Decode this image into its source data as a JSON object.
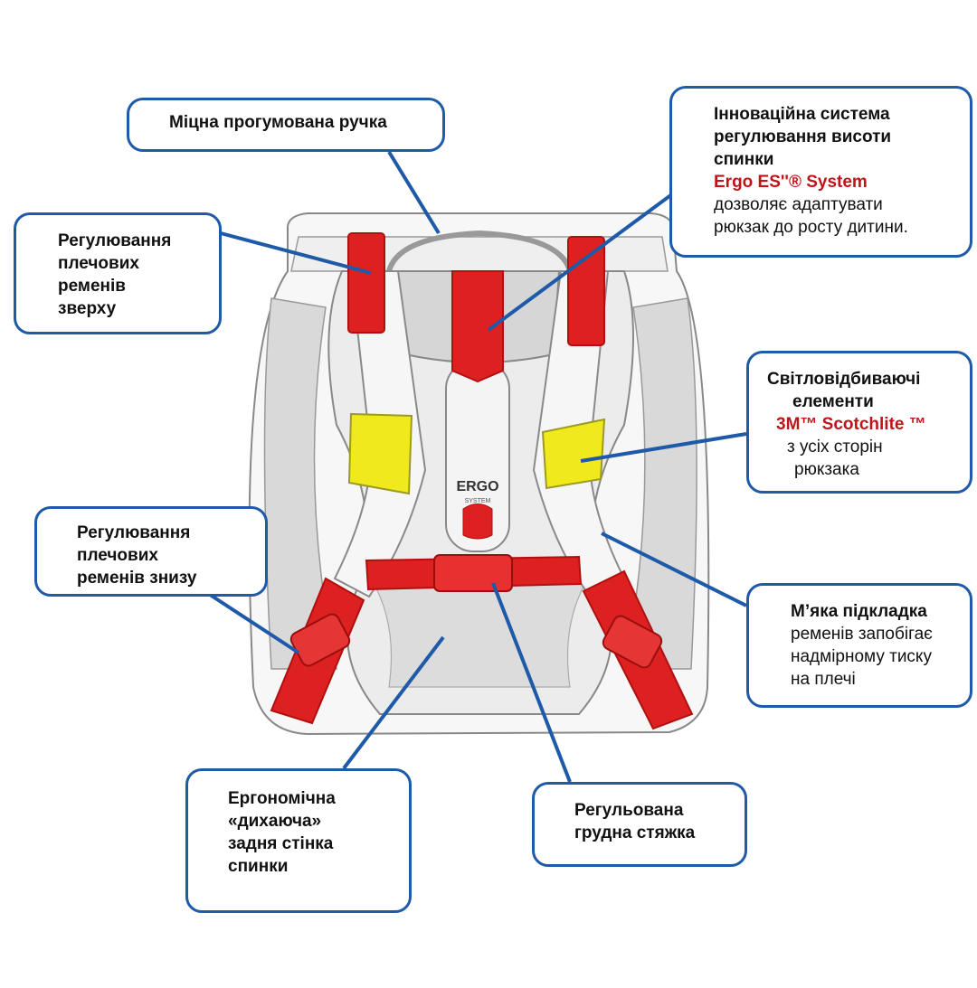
{
  "colors": {
    "callout_border": "#1e5aa8",
    "strap_red": "#dd2020",
    "reflector_yellow": "#f0ea1c",
    "highlight_red": "#c0141a"
  },
  "callouts": {
    "handle": {
      "line1": "Міцна прогумована ручка"
    },
    "ergo_system": {
      "line1": "Інноваційна система",
      "line2": "регулювання висоти",
      "line3": "спинки",
      "brand": "Ergo ES''® System",
      "line4": "дозволяє адаптувати",
      "line5": "рюкзак до росту дитини."
    },
    "shoulder_top": {
      "line1": "Регулювання",
      "line2": "плечових",
      "line3": "ременів",
      "line4": "зверху"
    },
    "reflective": {
      "line1": "Світловідбиваючі",
      "line2": "елементи",
      "brand": "3M™ Scotchlite ™",
      "line3": "з усіх сторін",
      "line4": "рюкзака"
    },
    "shoulder_bottom": {
      "line1": "Регулювання",
      "line2": "плечових",
      "line3": "ременів знизу"
    },
    "padding": {
      "line1": "М’яка підкладка",
      "line2": "ременів запобігає",
      "line3": "надмірному тиску",
      "line4": "на плечі"
    },
    "back_panel": {
      "line1": "Ергономічна",
      "line2": "«дихаюча»",
      "line3": "задня стінка",
      "line4": "спинки"
    },
    "chest_strap": {
      "line1": "Регульована",
      "line2": "грудна стяжка"
    }
  },
  "backpack": {
    "logo_text": "ERGO",
    "logo_sub": "SYSTEM"
  }
}
